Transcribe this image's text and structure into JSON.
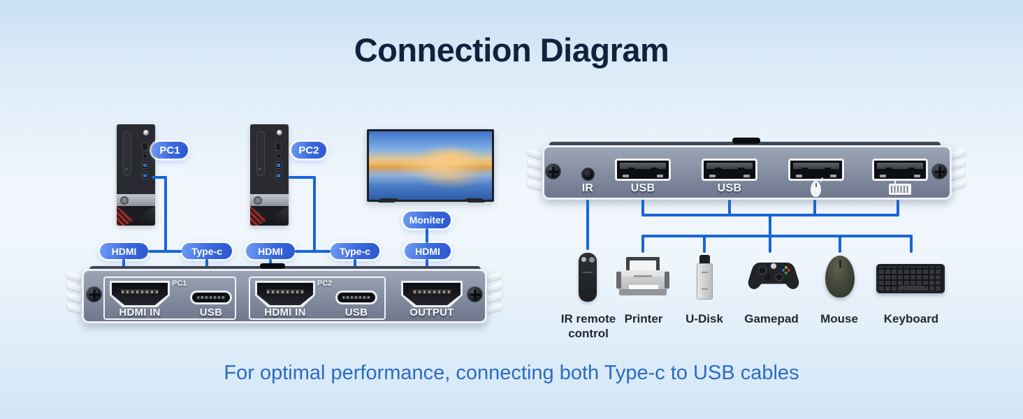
{
  "title": "Connection Diagram",
  "caption": "For optimal performance, connecting both Type-c to USB cables",
  "colors": {
    "accent_line": "#1766d9",
    "title_text": "#12223e",
    "caption_text": "#2b6bc4",
    "pill_gradient_start": "#6f9cf4",
    "pill_gradient_end": "#2b57cf",
    "device_body": "#87909f"
  },
  "badges": {
    "pc1": "PC1",
    "pc2": "PC2",
    "monitor": "Moniter"
  },
  "cables": {
    "pc1_hdmi": "HDMI",
    "pc1_typec": "Type-c",
    "pc2_hdmi": "HDMI",
    "pc2_typec": "Type-c",
    "monitor_hdmi": "HDMI"
  },
  "front_panel": {
    "group1_tag": "PC1",
    "group1_hdmi": "HDMI IN",
    "group1_usb": "USB",
    "group2_tag": "PC2",
    "group2_hdmi": "HDMI IN",
    "group2_usb": "USB",
    "output": "OUTPUT"
  },
  "rear_panel": {
    "ir": "IR",
    "usb1": "USB",
    "usb2": "USB",
    "mouse_port_icon": "mouse-icon",
    "keyboard_port_icon": "keyboard-icon"
  },
  "peripherals": [
    {
      "icon": "remote-icon",
      "label": "IR remote control"
    },
    {
      "icon": "printer-icon",
      "label": "Printer"
    },
    {
      "icon": "usb-drive-icon",
      "label": "U-Disk"
    },
    {
      "icon": "gamepad-icon",
      "label": "Gamepad"
    },
    {
      "icon": "mouse-icon",
      "label": "Mouse"
    },
    {
      "icon": "keyboard-icon",
      "label": "Keyboard"
    }
  ]
}
